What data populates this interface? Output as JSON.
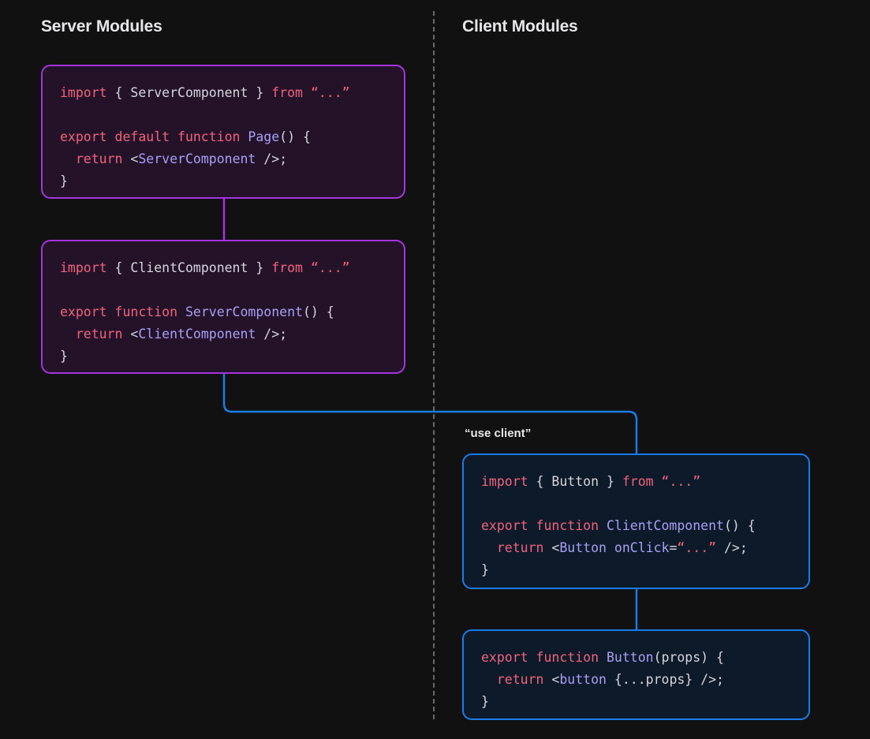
{
  "diagram": {
    "title_server": "Server Modules",
    "title_client": "Client Modules",
    "use_client_directive": "“use client”",
    "colors": {
      "background": "#111111",
      "server_border": "#a633e0",
      "server_fill": "#241229",
      "client_border": "#1a7bea",
      "client_fill": "#0d1a2a",
      "divider": "#6b6b6b",
      "keyword": "#f2637e",
      "string": "#f2637e",
      "identifier": "#a9a0f5",
      "plain": "#d6d6dd",
      "heading": "#e7e7ea"
    },
    "connectors": [
      {
        "name": "page-to-servercomponent",
        "color": "#a633e0",
        "from": "card-page",
        "to": "card-servercomponent"
      },
      {
        "name": "servercomponent-to-clientcomponent",
        "color": "#1a7bea",
        "from": "card-servercomponent",
        "to": "card-clientcomponent"
      },
      {
        "name": "clientcomponent-to-button",
        "color": "#1a7bea",
        "from": "card-clientcomponent",
        "to": "card-button"
      }
    ],
    "cards": [
      {
        "id": "card-page",
        "side": "server",
        "lines": [
          [
            {
              "t": "import",
              "c": "kw"
            },
            {
              "t": " { ",
              "c": "plain"
            },
            {
              "t": "ServerComponent",
              "c": "plain"
            },
            {
              "t": " } ",
              "c": "plain"
            },
            {
              "t": "from",
              "c": "kw"
            },
            {
              "t": " ",
              "c": "plain"
            },
            {
              "t": "“...”",
              "c": "str"
            }
          ],
          [],
          [
            {
              "t": "export default function",
              "c": "kw"
            },
            {
              "t": " ",
              "c": "plain"
            },
            {
              "t": "Page",
              "c": "comp"
            },
            {
              "t": "() {",
              "c": "plain"
            }
          ],
          [
            {
              "t": "  ",
              "c": "plain"
            },
            {
              "t": "return",
              "c": "kw"
            },
            {
              "t": " <",
              "c": "plain"
            },
            {
              "t": "ServerComponent",
              "c": "comp"
            },
            {
              "t": " />;",
              "c": "plain"
            }
          ],
          [
            {
              "t": "}",
              "c": "plain"
            }
          ]
        ]
      },
      {
        "id": "card-servercomponent",
        "side": "server",
        "lines": [
          [
            {
              "t": "import",
              "c": "kw"
            },
            {
              "t": " { ",
              "c": "plain"
            },
            {
              "t": "ClientComponent",
              "c": "plain"
            },
            {
              "t": " } ",
              "c": "plain"
            },
            {
              "t": "from",
              "c": "kw"
            },
            {
              "t": " ",
              "c": "plain"
            },
            {
              "t": "“...”",
              "c": "str"
            }
          ],
          [],
          [
            {
              "t": "export function",
              "c": "kw"
            },
            {
              "t": " ",
              "c": "plain"
            },
            {
              "t": "ServerComponent",
              "c": "comp"
            },
            {
              "t": "() {",
              "c": "plain"
            }
          ],
          [
            {
              "t": "  ",
              "c": "plain"
            },
            {
              "t": "return",
              "c": "kw"
            },
            {
              "t": " <",
              "c": "plain"
            },
            {
              "t": "ClientComponent",
              "c": "comp"
            },
            {
              "t": " />;",
              "c": "plain"
            }
          ],
          [
            {
              "t": "}",
              "c": "plain"
            }
          ]
        ]
      },
      {
        "id": "card-clientcomponent",
        "side": "client",
        "lines": [
          [
            {
              "t": "import",
              "c": "kw"
            },
            {
              "t": " { ",
              "c": "plain"
            },
            {
              "t": "Button",
              "c": "plain"
            },
            {
              "t": " } ",
              "c": "plain"
            },
            {
              "t": "from",
              "c": "kw"
            },
            {
              "t": " ",
              "c": "plain"
            },
            {
              "t": "“...”",
              "c": "str"
            }
          ],
          [],
          [
            {
              "t": "export function",
              "c": "kw"
            },
            {
              "t": " ",
              "c": "plain"
            },
            {
              "t": "ClientComponent",
              "c": "comp"
            },
            {
              "t": "() {",
              "c": "plain"
            }
          ],
          [
            {
              "t": "  ",
              "c": "plain"
            },
            {
              "t": "return",
              "c": "kw"
            },
            {
              "t": " <",
              "c": "plain"
            },
            {
              "t": "Button",
              "c": "tagp"
            },
            {
              "t": " ",
              "c": "plain"
            },
            {
              "t": "onClick",
              "c": "tagp"
            },
            {
              "t": "=",
              "c": "plain"
            },
            {
              "t": "“...”",
              "c": "str"
            },
            {
              "t": " />;",
              "c": "plain"
            }
          ],
          [
            {
              "t": "}",
              "c": "plain"
            }
          ]
        ]
      },
      {
        "id": "card-button",
        "side": "client",
        "lines": [
          [
            {
              "t": "export function",
              "c": "kw"
            },
            {
              "t": " ",
              "c": "plain"
            },
            {
              "t": "Button",
              "c": "comp"
            },
            {
              "t": "(props) {",
              "c": "plain"
            }
          ],
          [
            {
              "t": "  ",
              "c": "plain"
            },
            {
              "t": "return",
              "c": "kw"
            },
            {
              "t": " <",
              "c": "plain"
            },
            {
              "t": "button",
              "c": "tagp"
            },
            {
              "t": " {...props} />;",
              "c": "plain"
            }
          ],
          [
            {
              "t": "}",
              "c": "plain"
            }
          ]
        ]
      }
    ]
  }
}
